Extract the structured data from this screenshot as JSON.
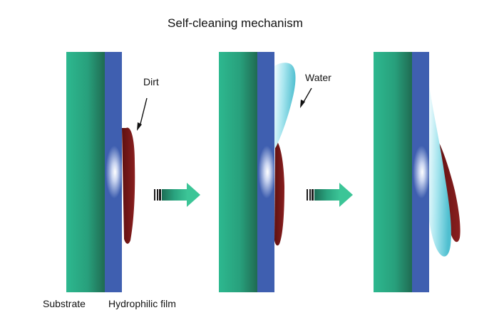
{
  "title": "Self-cleaning mechanism",
  "labels": {
    "dirt": "Dirt",
    "water": "Water",
    "substrate": "Substrate",
    "film": "Hydrophilic film"
  },
  "colors": {
    "substrate_light": "#2db88f",
    "substrate_dark": "#1f6b52",
    "film_edge": "#3f5fb0",
    "film_center": "#ffffff",
    "dirt": "#7a1a1a",
    "water_light": "#e8fafd",
    "water_dark": "#5cc6d4",
    "arrow": "#2fb58a"
  },
  "icons": {
    "step_arrow": "right-arrow-icon"
  }
}
